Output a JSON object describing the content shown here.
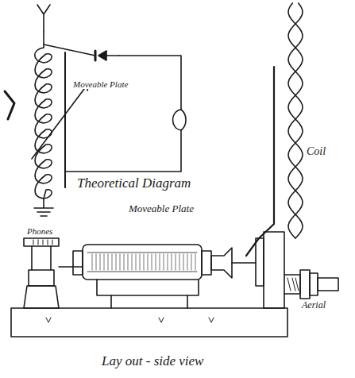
{
  "diagram": {
    "labels": [
      "Moveable Plate",
      "Theoretical Diagram",
      "Moveable Plate",
      "Phones",
      "Coil",
      "Aerial",
      "Lay out - side view"
    ]
  }
}
